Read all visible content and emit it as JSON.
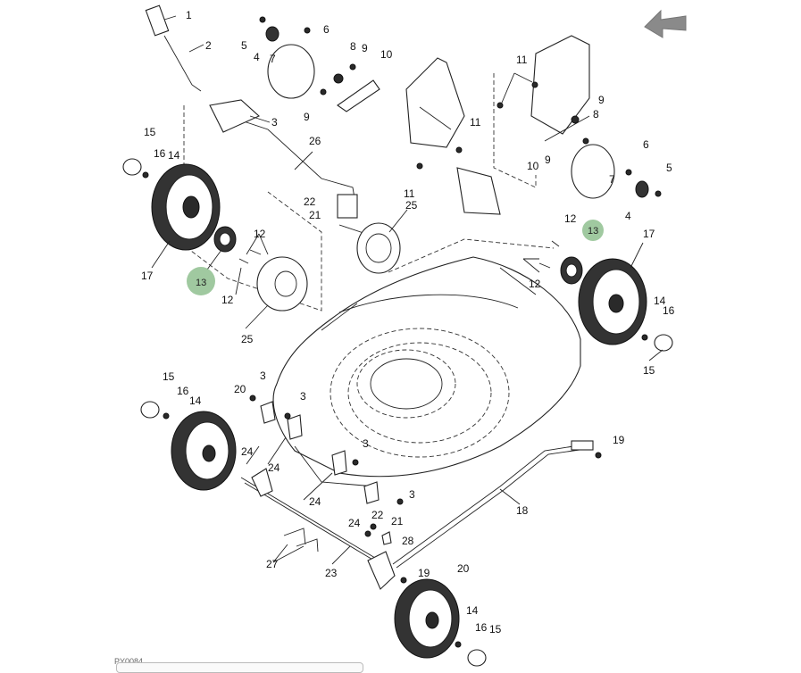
{
  "diagram": {
    "part_numbers": [
      "1",
      "2",
      "3",
      "4",
      "5",
      "6",
      "7",
      "8",
      "9",
      "10",
      "11",
      "12",
      "13",
      "14",
      "15",
      "16",
      "17",
      "18",
      "19",
      "20",
      "21",
      "22",
      "23",
      "24",
      "25",
      "26",
      "27",
      "28"
    ],
    "highlighted_part": "13",
    "highlight_color": "#8fbf8f",
    "arrow_color": "#8a8a8a",
    "figure_code": "PY0084"
  }
}
